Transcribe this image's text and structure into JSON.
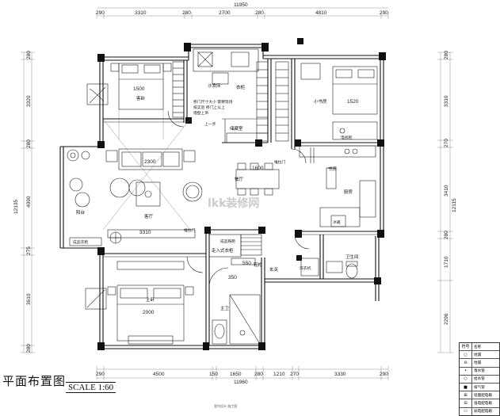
{
  "title": "平面布置图",
  "scale": "SCALE 1:60",
  "dimensions": {
    "top_total": "11950",
    "top_segments": [
      "290",
      "3310",
      "280",
      "2700",
      "280",
      "4810",
      "290"
    ],
    "bottom_total": "11960",
    "bottom_segments": [
      "290",
      "4500",
      "150",
      "1650",
      "280",
      "1210",
      "270",
      "3330",
      "290"
    ],
    "left_total": "12135",
    "left_segments": [
      "280",
      "3320",
      "280",
      "4090",
      "275",
      "3610",
      "280"
    ],
    "right_total": "12115",
    "right_segments": [
      "280",
      "3310",
      "270",
      "3410",
      "280",
      "1710",
      "2296"
    ]
  },
  "rooms": {
    "guest_bedroom": "客卧",
    "sofa_bed": "沙发床",
    "closet": "衣柜",
    "small_study": "小书房",
    "storage": "储藏室",
    "dining": "餐厅",
    "living": "客厅",
    "balcony": "阳台",
    "kitchen": "厨房",
    "study_corner": "书房",
    "master_bedroom": "主卧",
    "master_bath": "主卫",
    "bath": "卫生间",
    "walk_in_closet": "走入式衣柜",
    "shoe_cabinet": "鞋柜",
    "entrance": "玄关"
  },
  "sizes": {
    "guest_bed": "1500",
    "study_bed": "1520",
    "sofa": "2300",
    "living_width": "3310",
    "dining_table": "1600",
    "master_bed": "2000",
    "closet_w": "550",
    "closet_w2": "350"
  },
  "notes": {
    "door_note": "移门尺寸大小 需要现场",
    "door_note2": "核实后 移门上以上",
    "door_note3": "墙壁上吊",
    "step": "上一步",
    "finished_closet": "成品衣柜",
    "finished_shoe": "成品鞋柜",
    "sliding_door": "推拉门",
    "sliding_door2": "推拉门",
    "fridge": "冰箱",
    "washer": "洗衣机",
    "tv_cabinet": "电视柜"
  },
  "legend": {
    "header_sym": "符号",
    "header_name": "名称",
    "rows": [
      {
        "sym": "○",
        "name": "地漏"
      },
      {
        "sym": "⊖",
        "name": "地漏"
      },
      {
        "sym": "•",
        "name": "落水管"
      },
      {
        "sym": "○",
        "name": "给水管"
      },
      {
        "sym": "■",
        "name": "排气管"
      },
      {
        "sym": "⊞",
        "name": "墙面配电箱"
      },
      {
        "sym": "⊟",
        "name": "强电配电箱"
      },
      {
        "sym": "▭",
        "name": "弱电配电箱"
      }
    ]
  },
  "watermark": "lkk装修网",
  "footer": "室内设计 施工图"
}
